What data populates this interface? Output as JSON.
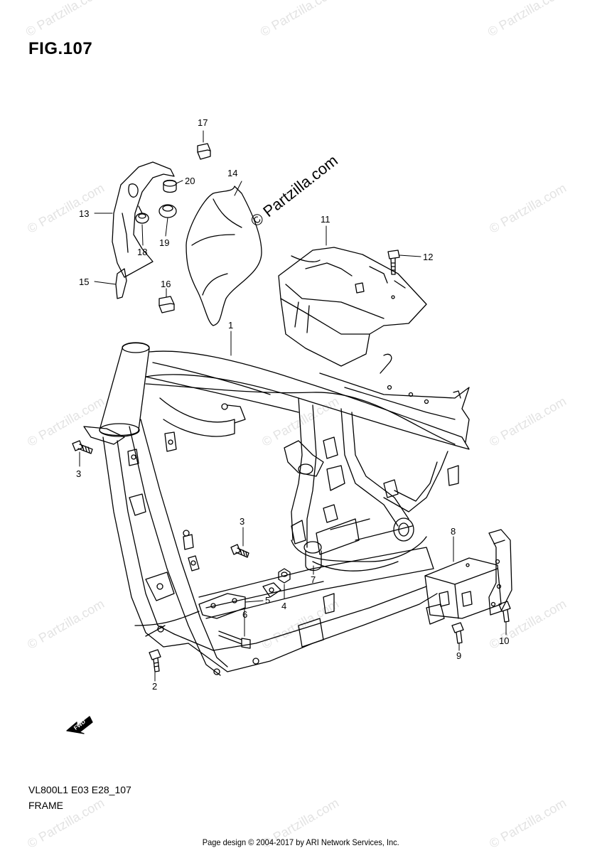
{
  "figure": {
    "title": "FIG.107",
    "model_code": "VL800L1 E03 E28_107",
    "section_name": "FRAME"
  },
  "footer": {
    "text": "Page design © 2004-2017 by ARI Network Services, Inc."
  },
  "watermark": {
    "main_text": "© Partzilla.com",
    "repeat_text": "© Partzilla.com"
  },
  "fwd_marker": {
    "label": "FWD"
  },
  "callouts": [
    {
      "id": "callout-1",
      "label": "1"
    },
    {
      "id": "callout-2",
      "label": "2"
    },
    {
      "id": "callout-3a",
      "label": "3"
    },
    {
      "id": "callout-3b",
      "label": "3"
    },
    {
      "id": "callout-4",
      "label": "4"
    },
    {
      "id": "callout-5",
      "label": "5"
    },
    {
      "id": "callout-6",
      "label": "6"
    },
    {
      "id": "callout-7",
      "label": "7"
    },
    {
      "id": "callout-8",
      "label": "8"
    },
    {
      "id": "callout-9",
      "label": "9"
    },
    {
      "id": "callout-10",
      "label": "10"
    },
    {
      "id": "callout-11",
      "label": "11"
    },
    {
      "id": "callout-12",
      "label": "12"
    },
    {
      "id": "callout-13",
      "label": "13"
    },
    {
      "id": "callout-14",
      "label": "14"
    },
    {
      "id": "callout-15",
      "label": "15"
    },
    {
      "id": "callout-16",
      "label": "16"
    },
    {
      "id": "callout-17",
      "label": "17"
    },
    {
      "id": "callout-18",
      "label": "18"
    },
    {
      "id": "callout-19",
      "label": "19"
    },
    {
      "id": "callout-20",
      "label": "20"
    }
  ]
}
